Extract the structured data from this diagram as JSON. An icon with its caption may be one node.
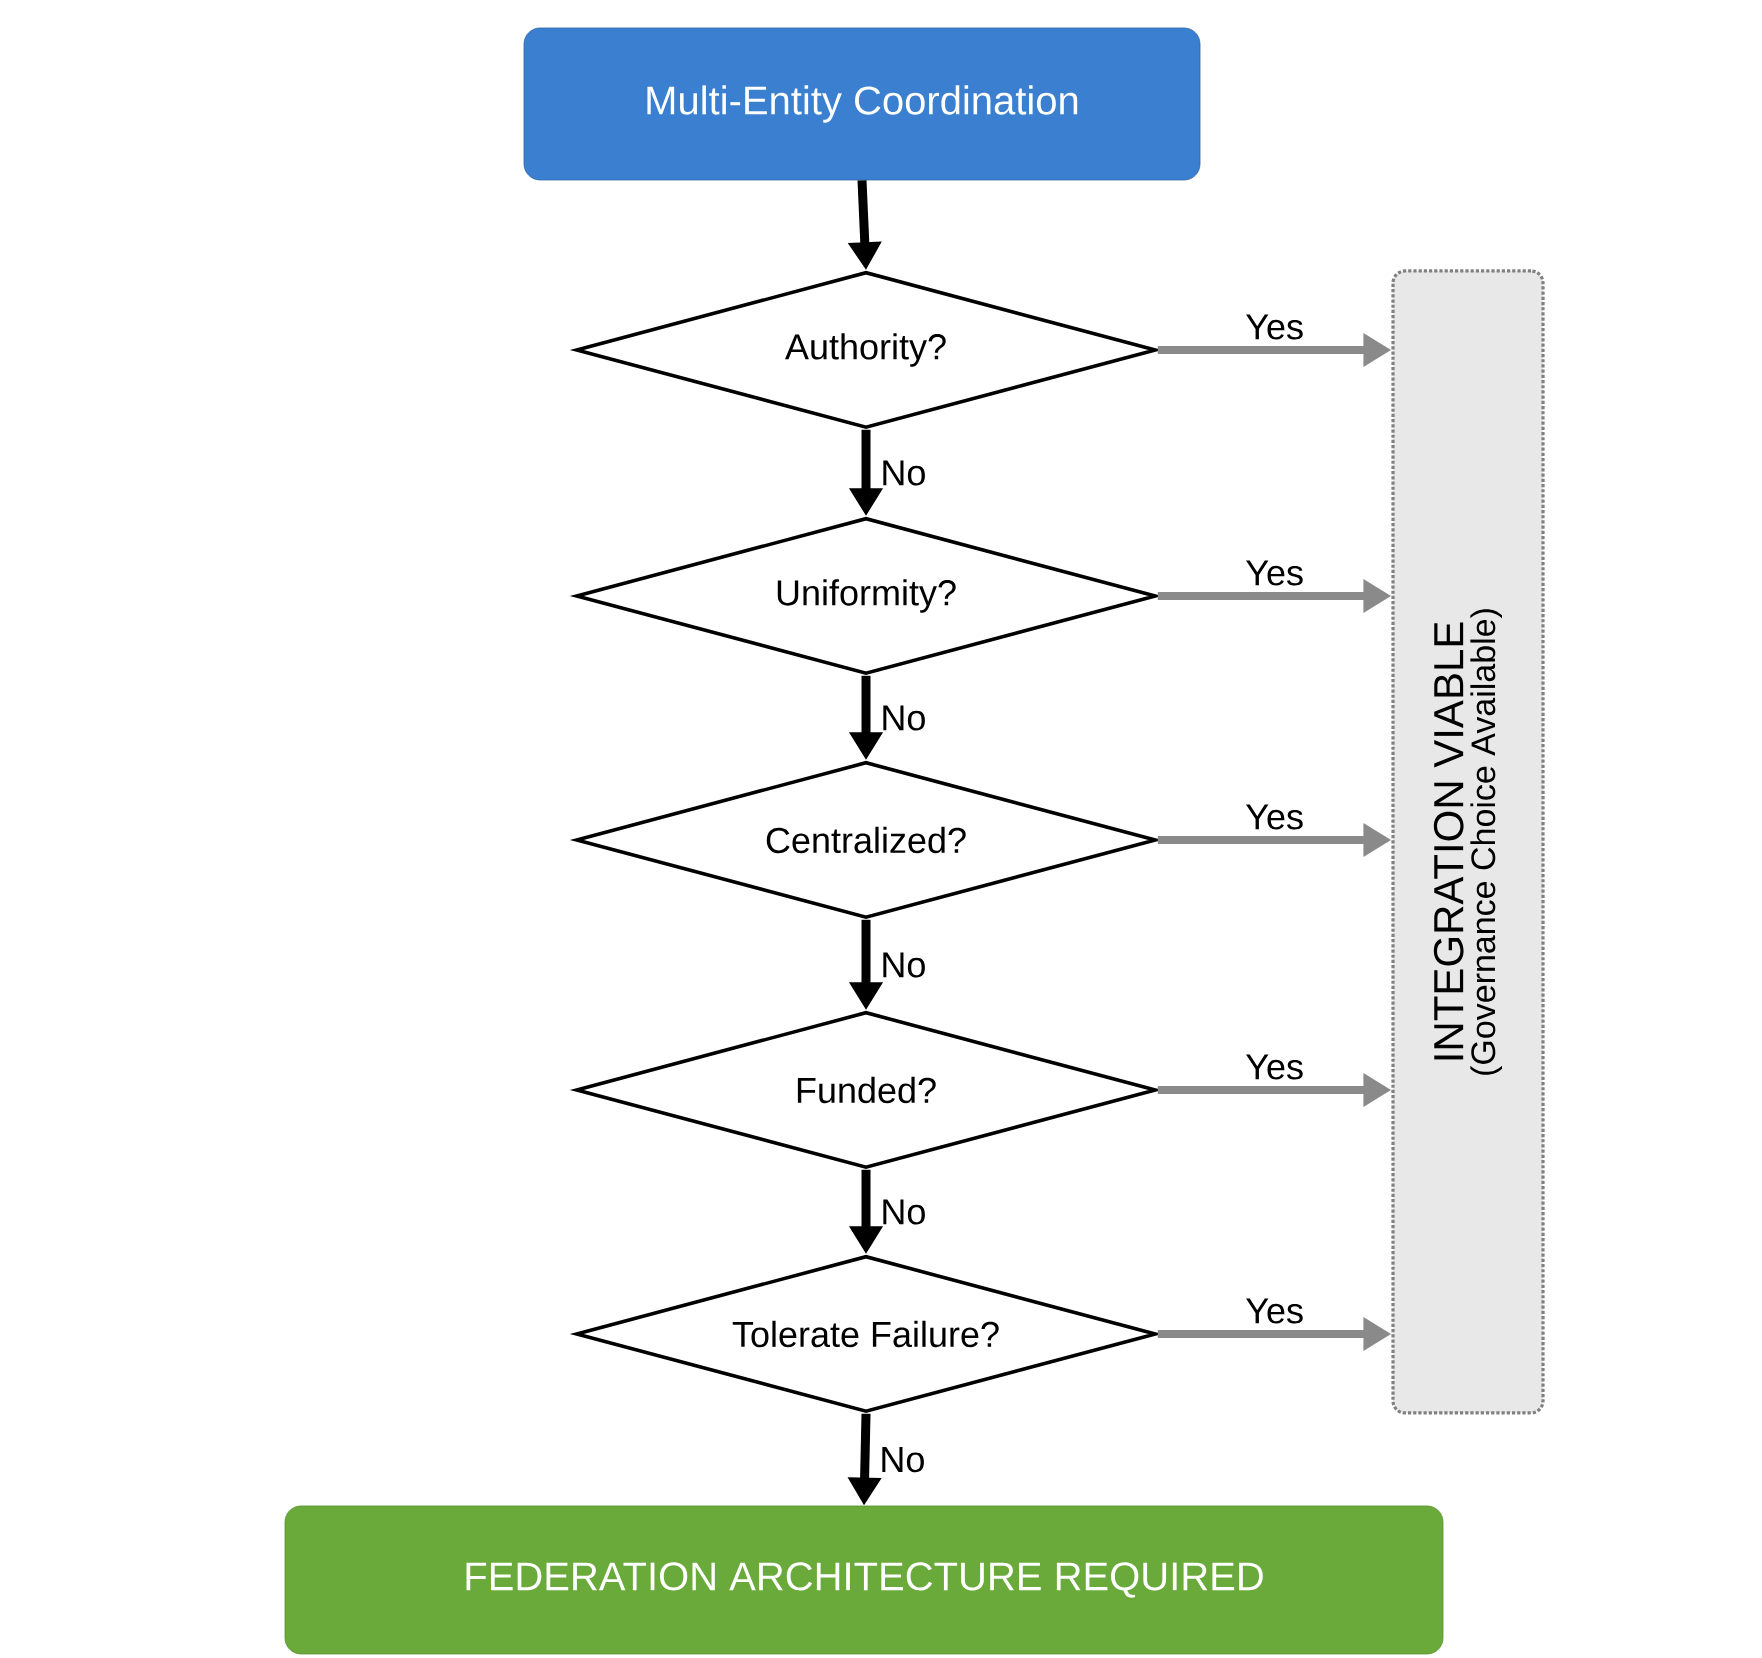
{
  "diagram": {
    "nodes": [
      {
        "text": [
          "Multi-Entity Coordination"
        ]
      },
      {
        "text": [
          "Authority?"
        ]
      },
      {
        "text": [
          "Uniformity?"
        ]
      },
      {
        "text": [
          "Centralized?"
        ]
      },
      {
        "text": [
          "Funded?"
        ]
      },
      {
        "text": [
          "Tolerate Failure?"
        ]
      },
      {
        "text": [
          "FEDERATION ARCHITECTURE REQUIRED"
        ]
      },
      {
        "text": [
          "INTEGRATION VIABLE",
          "(Governance Choice Available)"
        ]
      }
    ],
    "edges": [
      {
        "from": 0,
        "to": 1,
        "arrow": "to"
      },
      {
        "from": 1,
        "to": 2,
        "arrow": "to",
        "label": "No"
      },
      {
        "from": 2,
        "to": 3,
        "arrow": "to",
        "label": "No"
      },
      {
        "from": 3,
        "to": 4,
        "arrow": "to",
        "label": "No"
      },
      {
        "from": 4,
        "to": 5,
        "arrow": "to",
        "label": "No"
      },
      {
        "from": 5,
        "to": 6,
        "arrow": "to",
        "label": "No"
      },
      {
        "from": 1,
        "to": 7,
        "arrow": "to",
        "label": "Yes",
        "color": "#8a8a8a"
      },
      {
        "from": 2,
        "to": 7,
        "arrow": "to",
        "label": "Yes",
        "color": "#8a8a8a"
      },
      {
        "from": 3,
        "to": 7,
        "arrow": "to",
        "label": "Yes",
        "color": "#8a8a8a"
      },
      {
        "from": 4,
        "to": 7,
        "arrow": "to",
        "label": "Yes",
        "color": "#8a8a8a"
      },
      {
        "from": 5,
        "to": 7,
        "arrow": "to",
        "label": "Yes",
        "color": "#8a8a8a"
      }
    ]
  }
}
